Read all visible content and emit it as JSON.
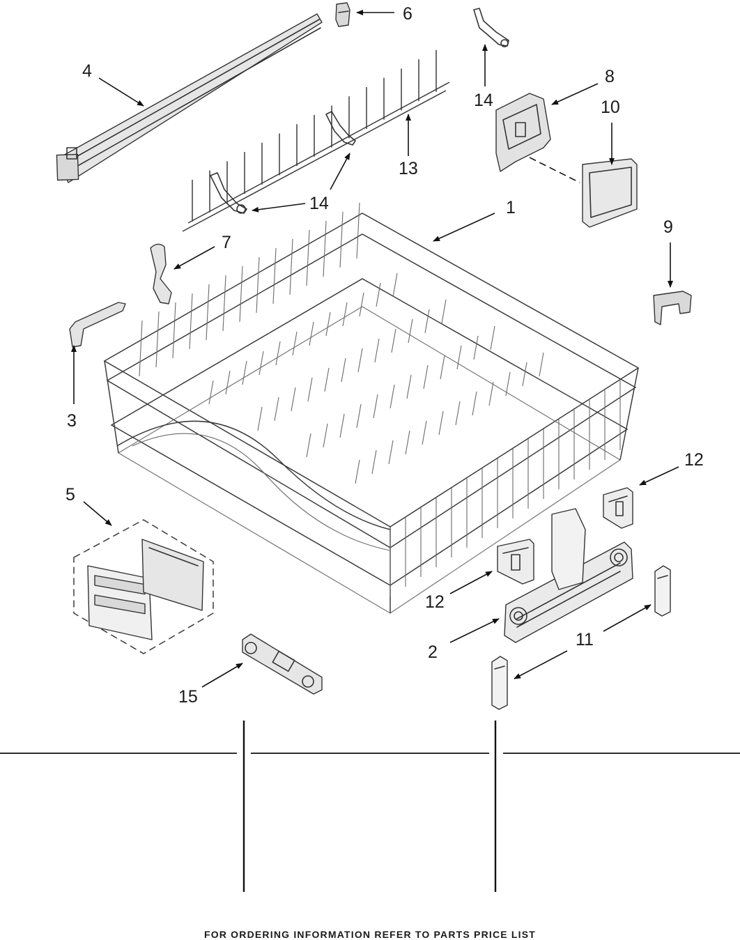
{
  "callouts": {
    "c1": "1",
    "c2": "2",
    "c3": "3",
    "c4": "4",
    "c5": "5",
    "c6": "6",
    "c7": "7",
    "c8": "8",
    "c9": "9",
    "c10": "10",
    "c11": "11",
    "c12a": "12",
    "c12b": "12",
    "c13": "13",
    "c14a": "14",
    "c14b": "14",
    "c15": "15"
  },
  "footer": "FOR ORDERING INFORMATION REFER TO PARTS PRICE LIST"
}
